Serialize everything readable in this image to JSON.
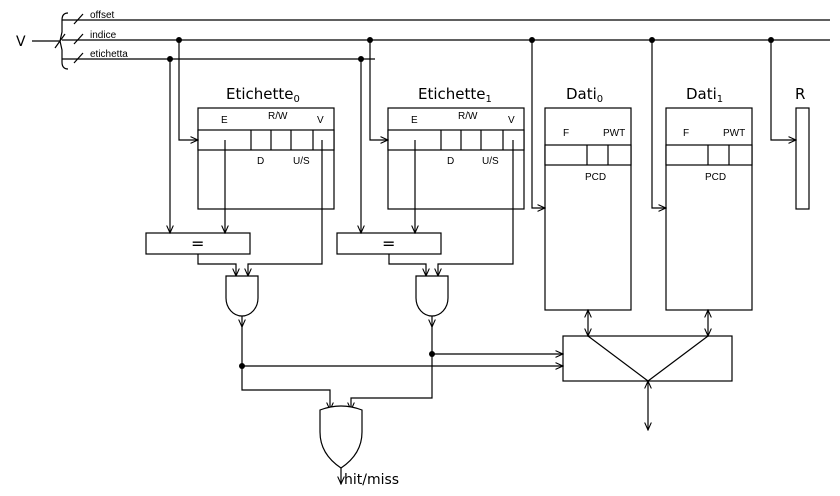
{
  "input": {
    "name": "V"
  },
  "bus": {
    "offset": "offset",
    "indice": "indice",
    "etichetta": "etichetta"
  },
  "tags": [
    {
      "title": "Etichette",
      "sub": "0",
      "E": "E",
      "RW": "R/W",
      "V": "V",
      "D": "D",
      "US": "U/S",
      "eq": "="
    },
    {
      "title": "Etichette",
      "sub": "1",
      "E": "E",
      "RW": "R/W",
      "V": "V",
      "D": "D",
      "US": "U/S",
      "eq": "="
    }
  ],
  "data": [
    {
      "title": "Dati",
      "sub": "0",
      "F": "F",
      "PWT": "PWT",
      "PCD": "PCD"
    },
    {
      "title": "Dati",
      "sub": "1",
      "F": "F",
      "PWT": "PWT",
      "PCD": "PCD"
    }
  ],
  "register": {
    "title": "R"
  },
  "output": {
    "label": "hit/miss"
  }
}
